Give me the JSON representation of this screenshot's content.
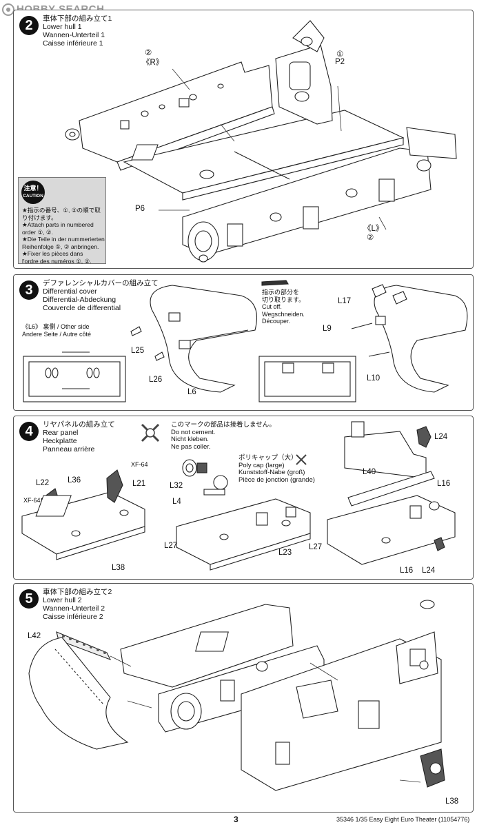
{
  "watermark": "HOBBY SEARCH",
  "steps": [
    {
      "number": "2",
      "title": [
        "車体下部の組み立て1",
        "Lower hull 1",
        "Wannen-Unterteil 1",
        "Caisse inférieure 1"
      ],
      "labels": {
        "r_num": "②",
        "r_side": "《R》",
        "p2_num": "①",
        "p2": "P2",
        "p6": "P6",
        "l_side": "《L》",
        "l_num": "②"
      },
      "caution": {
        "badge": [
          "注意！",
          "CAUTION"
        ],
        "lines": [
          "★指示の番号、①, ②の順で取",
          "り付けます。",
          "★Attach parts in numbered",
          "order ①, ②.",
          "★Die Teile in der nummerierten",
          "Reihenfolge ①, ② anbringen.",
          "★Fixer les pièces dans",
          "l'ordre des numéros ①, ②."
        ]
      }
    },
    {
      "number": "3",
      "title": [
        "デファレンシャルカバーの組み立て",
        "Differential cover",
        "Differential-Abdeckung",
        "Couvercle de differential"
      ],
      "other_side": [
        "《L6》 裏側 / Other side",
        "Andere Seite / Autre côté"
      ],
      "cut_note": [
        "指示の部分を",
        "切り取ります。",
        "Cut off.",
        "Wegschneiden.",
        "Découper."
      ],
      "labels": {
        "l25": "L25",
        "l26": "L26",
        "l6": "L6",
        "l17": "L17",
        "l9": "L9",
        "l10": "L10"
      }
    },
    {
      "number": "4",
      "title": [
        "リヤパネルの組み立て",
        "Rear panel",
        "Heckplatte",
        "Panneau arrière"
      ],
      "no_cement": [
        "このマークの部品は接着しません。",
        "Do not cement.",
        "Nicht kleben.",
        "Ne pas coller."
      ],
      "polycap": [
        "ポリキャップ（大）",
        "Poly cap (large)",
        "Kunststoff-Nabe (groß)",
        "Pièce de jonction (grande)"
      ],
      "labels": {
        "l22": "L22",
        "xf64a": "XF-64",
        "l36": "L36",
        "xf64b": "XF-64",
        "l21": "L21",
        "l38": "L38",
        "l32": "L32",
        "l4": "L4",
        "l27a": "L27",
        "l23": "L23",
        "l27b": "L27",
        "l40": "L40",
        "l24a": "L24",
        "l16a": "L16",
        "l16b": "L16",
        "l24b": "L24"
      }
    },
    {
      "number": "5",
      "title": [
        "車体下部の組み立て2",
        "Lower hull 2",
        "Wannen-Unterteil 2",
        "Caisse inférieure 2"
      ],
      "labels": {
        "l42": "L42",
        "l38": "L38"
      }
    }
  ],
  "footer": {
    "page": "3",
    "code": "35346  1/35 Easy Eight Euro Theater (11054776)"
  },
  "colors": {
    "ink": "#111111",
    "panel_border": "#555555",
    "caution_bg": "#d9d9d9",
    "part_gray": "#555555"
  }
}
